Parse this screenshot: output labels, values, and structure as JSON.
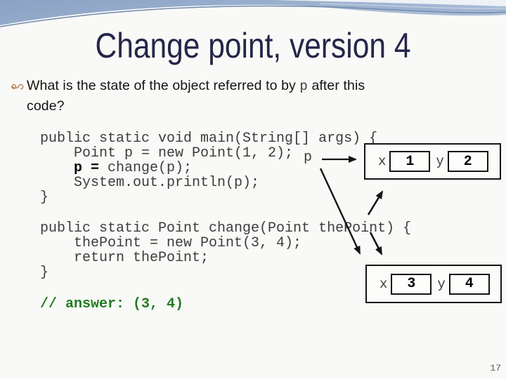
{
  "slide": {
    "title": "Change point, version 4",
    "page_number": "17"
  },
  "bullet": {
    "text_before_p": "What is the state of the object referred to by ",
    "p_code": "p",
    "text_after_p": " after this",
    "text_line2": "code?"
  },
  "code_main": {
    "line1": "public static void main(String[] args) {",
    "line2": "    Point p = new Point(1, 2);",
    "line3_bold": "    p =",
    "line3_rest": " change(p);",
    "line4": "    System.out.println(p);",
    "line5": "}"
  },
  "code_change": {
    "line1": "public static Point change(Point thePoint) {",
    "line2": "    thePoint = new Point(3, 4);",
    "line3": "    return thePoint;",
    "line4": "}"
  },
  "answer_comment": "// answer: (3, 4)",
  "diagram": {
    "pointer_label": "p",
    "object1": {
      "field1_label": "x",
      "field1_value": "1",
      "field2_label": "y",
      "field2_value": "2"
    },
    "object2": {
      "field1_label": "x",
      "field1_value": "3",
      "field2_label": "y",
      "field2_value": "4"
    }
  },
  "colors": {
    "title": "#262649",
    "code_text": "#3d3d3d",
    "answer_green": "#1f7c1f",
    "bullet_icon_tan": "#bf8a60",
    "banner_blue": "#8aa2c4",
    "arrow_black": "#141414"
  }
}
